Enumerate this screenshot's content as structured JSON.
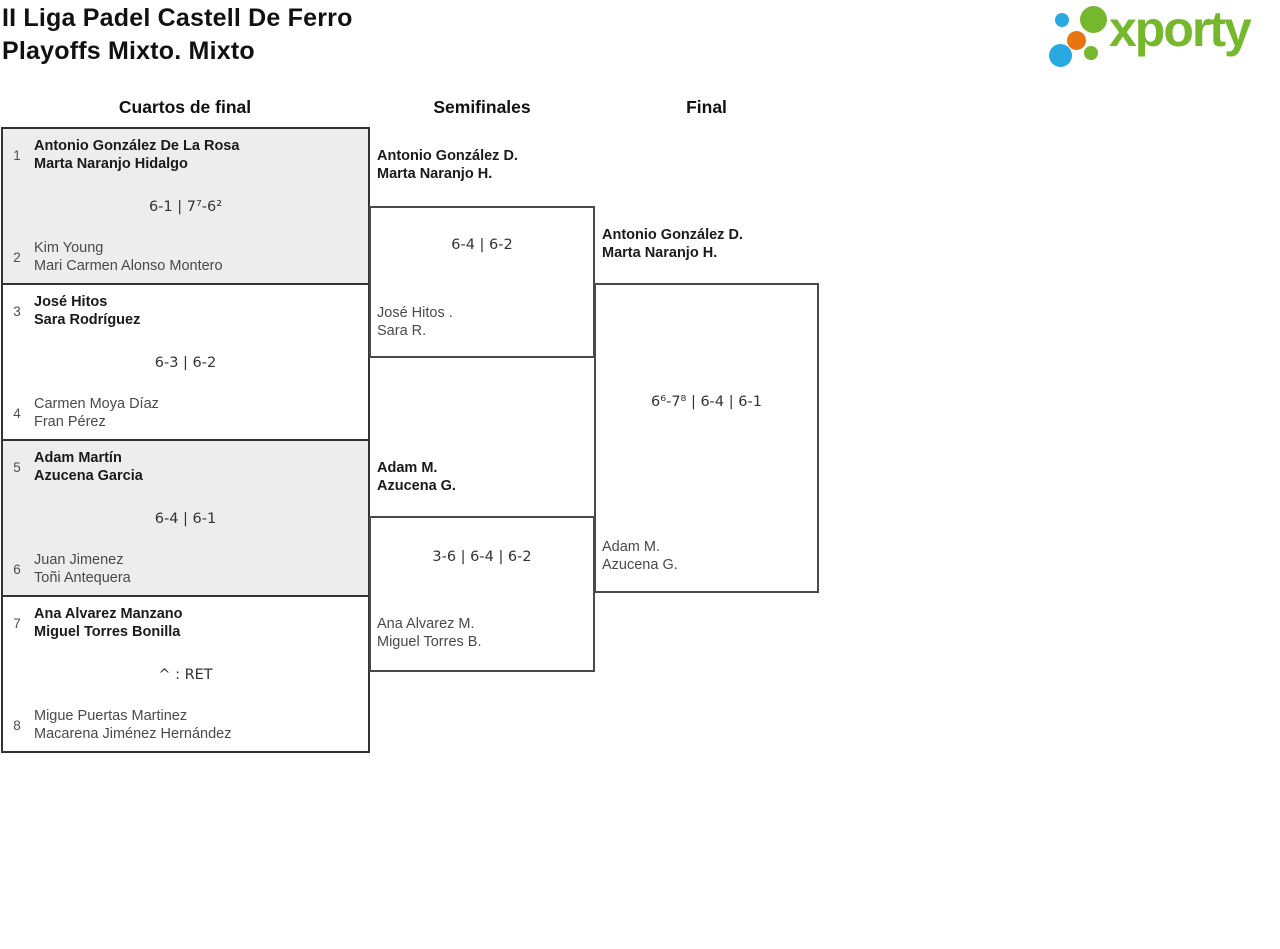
{
  "header": {
    "title_line1": "II Liga Padel Castell De Ferro",
    "title_line2": "Playoffs Mixto. Mixto"
  },
  "logo": {
    "wordmark": "xporty",
    "green": "#76b82d",
    "blue": "#29a8e1",
    "orange": "#e87511"
  },
  "colors": {
    "border_dark": "#333333",
    "border_mid": "#4a4a4a",
    "box_shaded": "#ededed",
    "winner_text": "#1a1a1a",
    "loser_text": "#4a4a4a"
  },
  "round_headers": [
    "Cuartos de final",
    "Semifinales",
    "Final"
  ],
  "quarterfinals": [
    {
      "top_seed": "1",
      "top_team": [
        "Antonio González De La Rosa",
        "Marta Naranjo Hidalgo"
      ],
      "score": "6-1 | 7⁷-6²",
      "bottom_seed": "2",
      "bottom_team": [
        "Kim Young",
        "Mari Carmen Alonso Montero"
      ],
      "winner": "top",
      "shaded": true
    },
    {
      "top_seed": "3",
      "top_team": [
        "José Hitos",
        "Sara Rodríguez"
      ],
      "score": "6-3 | 6-2",
      "bottom_seed": "4",
      "bottom_team": [
        "Carmen Moya Díaz",
        "Fran Pérez"
      ],
      "winner": "top",
      "shaded": false
    },
    {
      "top_seed": "5",
      "top_team": [
        "Adam Martín",
        "Azucena Garcia"
      ],
      "score": "6-4 | 6-1",
      "bottom_seed": "6",
      "bottom_team": [
        "Juan Jimenez",
        "Toñi Antequera"
      ],
      "winner": "top",
      "shaded": true
    },
    {
      "top_seed": "7",
      "top_team": [
        "Ana Alvarez Manzano",
        "Miguel Torres Bonilla"
      ],
      "score": "^ : RET",
      "bottom_seed": "8",
      "bottom_team": [
        "Migue Puertas Martinez",
        "Macarena Jiménez Hernández"
      ],
      "winner": "top",
      "shaded": false
    }
  ],
  "semifinals": [
    {
      "winner_team": [
        "Antonio González D.",
        "Marta Naranjo H."
      ],
      "score": "6-4 | 6-2",
      "loser_team": [
        "José Hitos .",
        "Sara R."
      ]
    },
    {
      "winner_team": [
        "Adam M.",
        "Azucena G."
      ],
      "score": "3-6 | 6-4 | 6-2",
      "loser_team": [
        "Ana Alvarez M.",
        "Miguel Torres B."
      ]
    }
  ],
  "final": {
    "winner_team": [
      "Antonio González D.",
      "Marta Naranjo H."
    ],
    "score": "6⁶-7⁸ | 6-4 | 6-1",
    "loser_team": [
      "Adam M.",
      "Azucena G."
    ]
  }
}
